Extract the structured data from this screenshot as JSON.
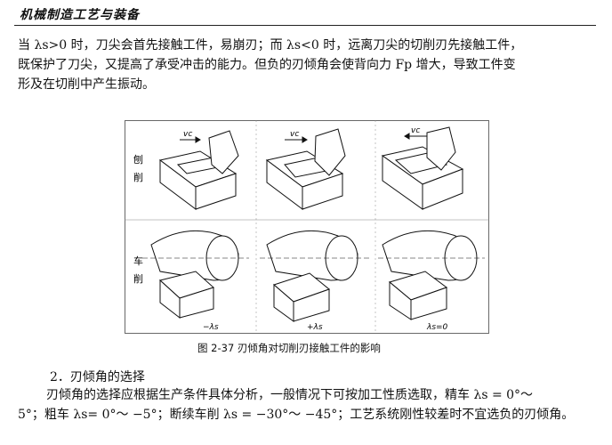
{
  "header": {
    "title": "机械制造工艺与装备"
  },
  "intro": {
    "line1": "当 λs>0 时，刀尖会首先接触工件，易崩刃；而 λs<0 时，远离刀尖的切削刃先接触工件，",
    "line2": "既保护了刀尖，又提高了承受冲击的能力。但负的刃倾角会使背向力 Fp 增大，导致工件变",
    "line3": "形及在切削中产生振动。"
  },
  "figure": {
    "row_labels": {
      "planing": "刨削",
      "turning": "车削"
    },
    "velocity_labels": [
      "vc",
      "vc",
      "vc"
    ],
    "angle_labels": [
      "−λs",
      "+λs",
      "λs=0"
    ],
    "caption": "图 2-37    刃倾角对切削刃接触工件的影响"
  },
  "section": {
    "title": "2．刃倾角的选择",
    "line1": "刃倾角的选择应根据生产条件具体分析，一般情况下可按加工性质选取，精车 λs = 0°～",
    "line2": "5°；粗车 λs= 0°～ −5°；断续车削 λs = −30°～ −45°；工艺系统刚性较差时不宜选负的刃倾角。"
  }
}
